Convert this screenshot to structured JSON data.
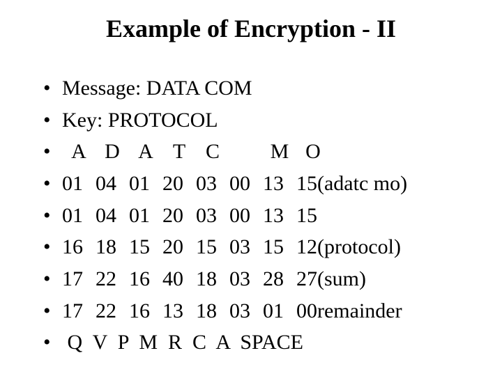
{
  "slide": {
    "title": "Example of Encryption - II",
    "bullet_glyph": "•",
    "colors": {
      "background": "#ffffff",
      "text": "#000000"
    },
    "bullets": [
      {
        "text": "Message: DATA COM"
      },
      {
        "text": "Key: PROTOCOL"
      },
      {
        "cols": [
          "A",
          "D",
          "A",
          "T",
          "C",
          "",
          "M",
          "O"
        ],
        "suffix": ""
      },
      {
        "cols": [
          "01",
          "04",
          "01",
          "20",
          "03",
          "00",
          "13",
          "15"
        ],
        "suffix": "(adatc mo)"
      },
      {
        "cols": [
          "01",
          "04",
          "01",
          "20",
          "03",
          "00",
          "13",
          "15"
        ],
        "suffix": ""
      },
      {
        "cols": [
          "16",
          "18",
          "15",
          "20",
          "15",
          "03",
          "15",
          "12"
        ],
        "suffix": "(protocol)"
      },
      {
        "cols": [
          "17",
          "22",
          "16",
          "40",
          "18",
          "03",
          "28",
          "27"
        ],
        "suffix": "(sum)"
      },
      {
        "cols": [
          "17",
          "22",
          "16",
          "13",
          "18",
          "03",
          "01",
          "00"
        ],
        "suffix": "remainder"
      },
      {
        "text": " Q  V  P  M  R  C  A  SPACE"
      }
    ]
  }
}
